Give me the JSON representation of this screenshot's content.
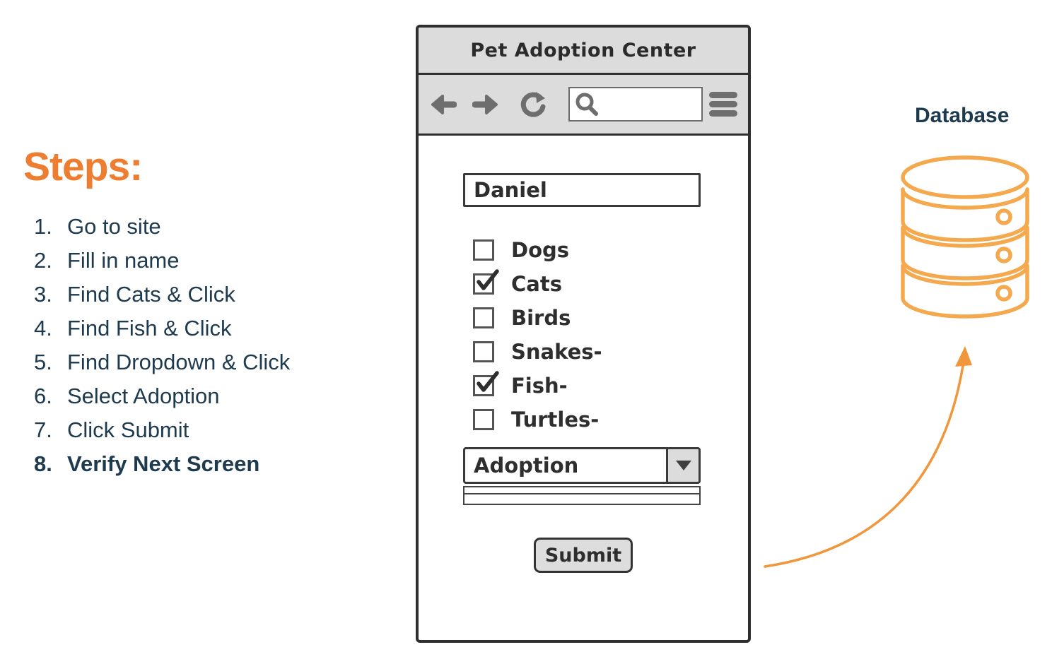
{
  "steps_panel": {
    "title": "Steps:",
    "items": [
      {
        "num": "1.",
        "label": "Go to site",
        "bold": false
      },
      {
        "num": "2.",
        "label": "Fill in name",
        "bold": false
      },
      {
        "num": "3.",
        "label": "Find Cats & Click",
        "bold": false
      },
      {
        "num": "4.",
        "label": "Find Fish & Click",
        "bold": false
      },
      {
        "num": "5.",
        "label": "Find Dropdown & Click",
        "bold": false
      },
      {
        "num": "6.",
        "label": "Select Adoption",
        "bold": false
      },
      {
        "num": "7.",
        "label": "Click Submit",
        "bold": false
      },
      {
        "num": "8.",
        "label": "Verify Next Screen",
        "bold": true
      }
    ]
  },
  "browser": {
    "title": "Pet Adoption Center",
    "toolbar": {
      "icons": [
        "back-icon",
        "forward-icon",
        "refresh-icon",
        "search-icon",
        "menu-icon"
      ],
      "search_value": ""
    },
    "form": {
      "name_value": "Daniel",
      "checkboxes": [
        {
          "label": "Dogs",
          "checked": false
        },
        {
          "label": "Cats",
          "checked": true
        },
        {
          "label": "Birds",
          "checked": false
        },
        {
          "label": "Snakes-",
          "checked": false
        },
        {
          "label": "Fish-",
          "checked": true
        },
        {
          "label": "Turtles-",
          "checked": false
        }
      ],
      "dropdown_value": "Adoption",
      "submit_label": "Submit"
    }
  },
  "database": {
    "label": "Database"
  },
  "colors": {
    "accent_orange": "#ED7D31",
    "icon_orange": "#F5A94E",
    "arrow_orange": "#F0963C",
    "navy_text": "#1E3A4F",
    "chrome_gray": "#DCDCDC",
    "icon_gray": "#6E6E6E",
    "window_border": "#2E2E2E"
  }
}
